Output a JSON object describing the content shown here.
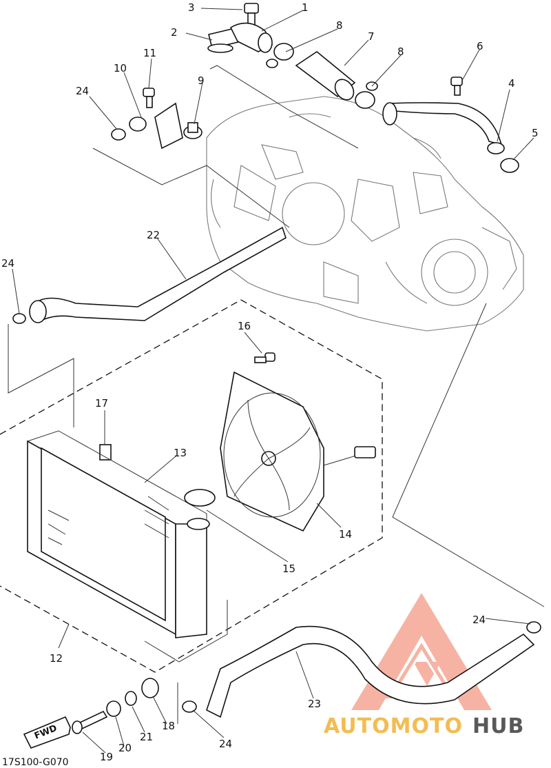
{
  "diagram": {
    "code": "17S100-G070",
    "fwd_label": "FWD",
    "callouts": [
      {
        "id": "c1",
        "label": "1"
      },
      {
        "id": "c2",
        "label": "2"
      },
      {
        "id": "c3",
        "label": "3"
      },
      {
        "id": "c4",
        "label": "4"
      },
      {
        "id": "c5",
        "label": "5"
      },
      {
        "id": "c6",
        "label": "6"
      },
      {
        "id": "c7",
        "label": "7"
      },
      {
        "id": "c8a",
        "label": "8"
      },
      {
        "id": "c8b",
        "label": "8"
      },
      {
        "id": "c9",
        "label": "9"
      },
      {
        "id": "c10",
        "label": "10"
      },
      {
        "id": "c11",
        "label": "11"
      },
      {
        "id": "c12",
        "label": "12"
      },
      {
        "id": "c13",
        "label": "13"
      },
      {
        "id": "c14",
        "label": "14"
      },
      {
        "id": "c15",
        "label": "15"
      },
      {
        "id": "c16",
        "label": "16"
      },
      {
        "id": "c17",
        "label": "17"
      },
      {
        "id": "c18",
        "label": "18"
      },
      {
        "id": "c19",
        "label": "19"
      },
      {
        "id": "c20",
        "label": "20"
      },
      {
        "id": "c21",
        "label": "21"
      },
      {
        "id": "c22",
        "label": "22"
      },
      {
        "id": "c23",
        "label": "23"
      },
      {
        "id": "c24a",
        "label": "24"
      },
      {
        "id": "c24b",
        "label": "24"
      },
      {
        "id": "c24c",
        "label": "24"
      },
      {
        "id": "c24d",
        "label": "24"
      }
    ]
  },
  "watermark": {
    "part1": "AUTOMOTO",
    "part2": "HUB",
    "color_primary": "#f39a86",
    "color_secondary": "#f2b134",
    "color_dark": "#3d3d3d"
  }
}
